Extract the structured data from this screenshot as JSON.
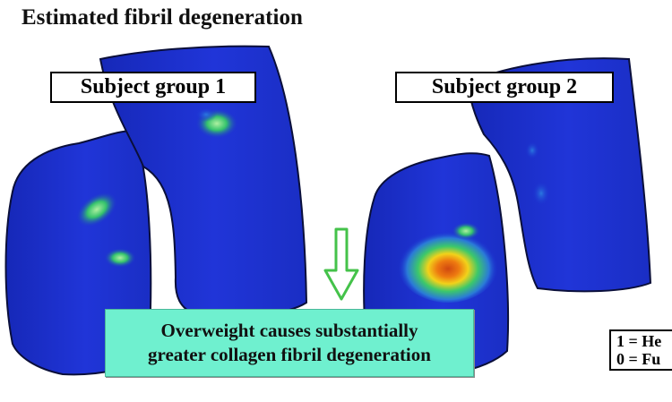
{
  "title": "Estimated fibril degeneration",
  "groups": [
    {
      "label": "Subject group 1"
    },
    {
      "label": "Subject group 2"
    }
  ],
  "callout": {
    "line1": "Overweight causes substantially",
    "line2": "greater collagen fibril degeneration"
  },
  "legend": {
    "line1": "1 = He",
    "line2": "0 = Fu"
  },
  "colors": {
    "cartilage": "#1a2fd0",
    "outline": "#0a0f3a",
    "low_degeneration": "#3ec86a",
    "high_degeneration": "#d05010",
    "arrow": "#44c24a",
    "callout_fill": "#6ff0cf"
  }
}
